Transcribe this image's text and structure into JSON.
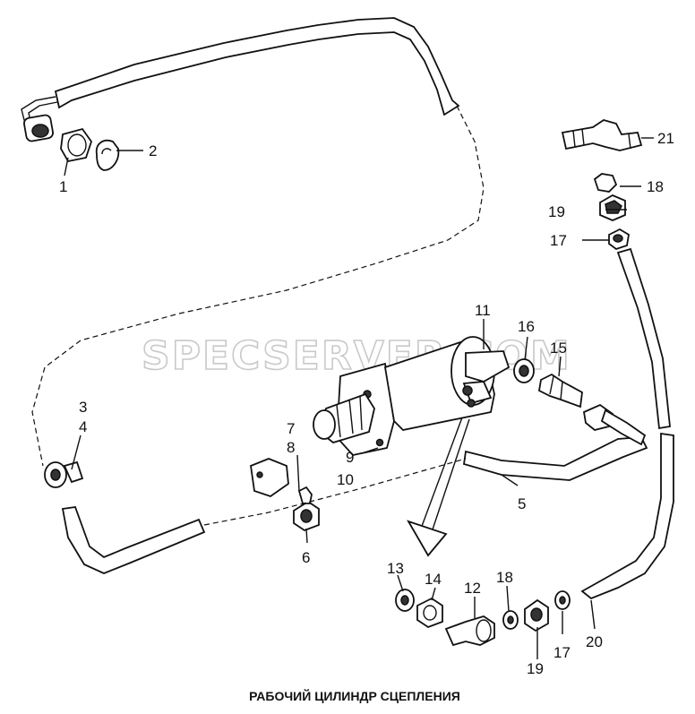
{
  "caption": "РАБОЧИЙ ЦИЛИНДР СЦЕПЛЕНИЯ",
  "watermark": "SPECSERVER.COM",
  "callouts": [
    {
      "id": "c1",
      "text": "1"
    },
    {
      "id": "c2",
      "text": "2"
    },
    {
      "id": "c3",
      "text": "3"
    },
    {
      "id": "c4",
      "text": "4"
    },
    {
      "id": "c5",
      "text": "5"
    },
    {
      "id": "c6",
      "text": "6"
    },
    {
      "id": "c7",
      "text": "7"
    },
    {
      "id": "c8",
      "text": "8"
    },
    {
      "id": "c9",
      "text": "9"
    },
    {
      "id": "c10",
      "text": "10"
    },
    {
      "id": "c11",
      "text": "11"
    },
    {
      "id": "c12",
      "text": "12"
    },
    {
      "id": "c13",
      "text": "13"
    },
    {
      "id": "c14",
      "text": "14"
    },
    {
      "id": "c15",
      "text": "15"
    },
    {
      "id": "c16",
      "text": "16"
    },
    {
      "id": "c17a",
      "text": "17"
    },
    {
      "id": "c17b",
      "text": "17"
    },
    {
      "id": "c18a",
      "text": "18"
    },
    {
      "id": "c18b",
      "text": "18"
    },
    {
      "id": "c19a",
      "text": "19"
    },
    {
      "id": "c19b",
      "text": "19"
    },
    {
      "id": "c20",
      "text": "20"
    },
    {
      "id": "c21",
      "text": "21"
    }
  ]
}
